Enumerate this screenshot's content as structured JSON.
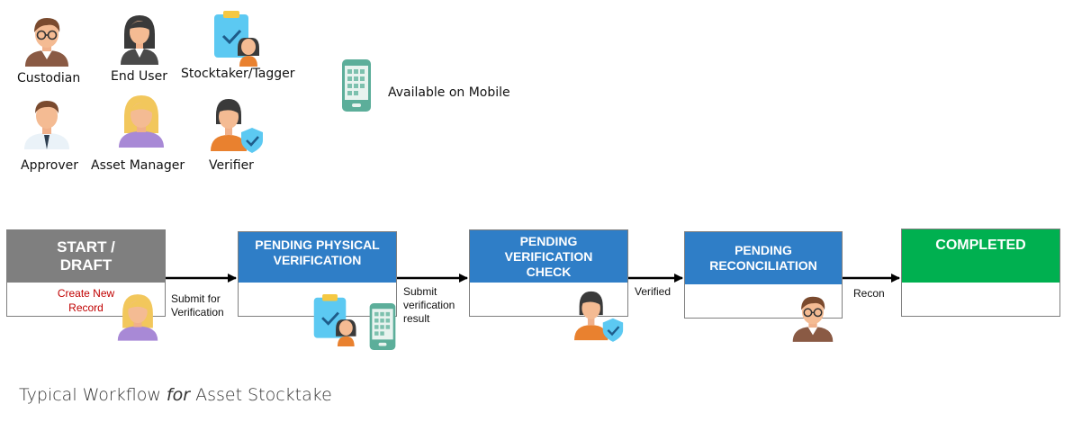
{
  "legend": {
    "roles": [
      {
        "label": "Custodian",
        "icon": "custodian-icon"
      },
      {
        "label": "End User",
        "icon": "end-user-icon"
      },
      {
        "label": "Stocktaker/Tagger",
        "icon": "stocktaker-tagger-icon"
      },
      {
        "label": "Approver",
        "icon": "approver-icon"
      },
      {
        "label": "Asset Manager",
        "icon": "asset-manager-icon"
      },
      {
        "label": "Verifier",
        "icon": "verifier-icon"
      }
    ],
    "mobile": {
      "label": "Available on Mobile",
      "icon": "mobile-phone-icon"
    }
  },
  "workflow": {
    "stages": [
      {
        "title_line1": "START /",
        "title_line2": "DRAFT",
        "note_line1": "Create New",
        "note_line2": "Record",
        "color": "#7f7f7f",
        "note_color": "#c00000"
      },
      {
        "title_line1": "PENDING PHYSICAL",
        "title_line2": "VERIFICATION",
        "color": "#2f7ec7"
      },
      {
        "title_line1": "PENDING",
        "title_line2": "VERIFICATION",
        "title_line3": "CHECK",
        "color": "#2f7ec7"
      },
      {
        "title_line1": "PENDING",
        "title_line2": "RECONCILIATION",
        "color": "#2f7ec7"
      },
      {
        "title_line1": "COMPLETED",
        "color": "#00b050"
      }
    ],
    "transitions": [
      {
        "line1": "Submit for",
        "line2": "Verification"
      },
      {
        "line1": "Submit",
        "line2": "verification",
        "line3": "result"
      },
      {
        "line1": "Verified"
      },
      {
        "line1": "Recon"
      }
    ],
    "arrow_color": "#000000"
  },
  "footer": {
    "prefix": "Typical Workflow ",
    "italic": "for",
    "suffix": " Asset Stocktake"
  }
}
